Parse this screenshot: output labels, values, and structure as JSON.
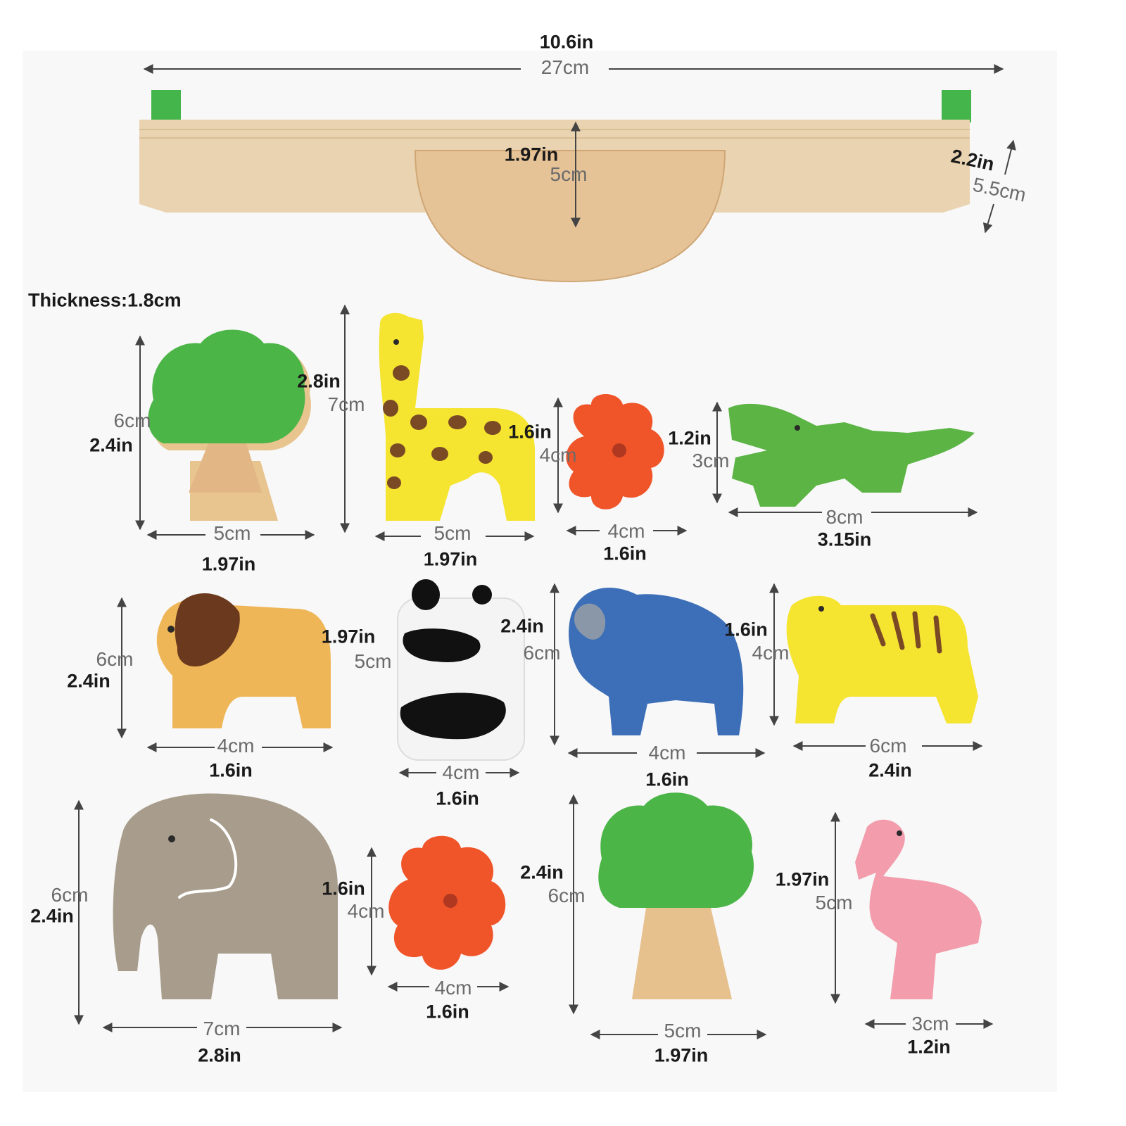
{
  "beam": {
    "length_in": "10.6in",
    "length_cm": "27cm",
    "height_in": "1.97in",
    "height_cm": "5cm",
    "depth_in": "2.2in",
    "depth_cm": "5.5cm"
  },
  "thickness_label": "Thickness:1.8cm",
  "pieces": [
    {
      "name": "tree-1",
      "height_cm": "6cm",
      "height_in": "2.4in",
      "width_cm": "5cm",
      "width_in": "1.97in"
    },
    {
      "name": "giraffe",
      "height_cm": "7cm",
      "height_in": "2.8in",
      "width_cm": "5cm",
      "width_in": "1.97in"
    },
    {
      "name": "flower-1",
      "height_cm": "4cm",
      "height_in": "1.6in",
      "width_cm": "4cm",
      "width_in": "1.6in"
    },
    {
      "name": "crocodile",
      "height_cm": "3cm",
      "height_in": "1.2in",
      "width_cm": "8cm",
      "width_in": "3.15in"
    },
    {
      "name": "lion",
      "height_cm": "6cm",
      "height_in": "2.4in",
      "width_cm": "4cm",
      "width_in": "1.6in"
    },
    {
      "name": "panda",
      "height_cm": "5cm",
      "height_in": "1.97in",
      "width_cm": "4cm",
      "width_in": "1.6in"
    },
    {
      "name": "gorilla",
      "height_cm": "6cm",
      "height_in": "2.4in",
      "width_cm": "4cm",
      "width_in": "1.6in"
    },
    {
      "name": "tiger",
      "height_cm": "4cm",
      "height_in": "1.6in",
      "width_cm": "6cm",
      "width_in": "2.4in"
    },
    {
      "name": "elephant",
      "height_cm": "6cm",
      "height_in": "2.4in",
      "width_cm": "7cm",
      "width_in": "2.8in"
    },
    {
      "name": "flower-2",
      "height_cm": "4cm",
      "height_in": "1.6in",
      "width_cm": "4cm",
      "width_in": "1.6in"
    },
    {
      "name": "tree-2",
      "height_cm": "6cm",
      "height_in": "2.4in",
      "width_cm": "5cm",
      "width_in": "1.97in"
    },
    {
      "name": "flamingo",
      "height_cm": "5cm",
      "height_in": "1.97in",
      "width_cm": "3cm",
      "width_in": "1.2in"
    }
  ],
  "colors": {
    "wood": "#e8c99f",
    "wood_dark": "#d9b483",
    "green": "#4caf50",
    "yellow": "#f4e020",
    "red": "#f0552a",
    "blue": "#3d6fb8",
    "orange": "#e8b45a",
    "brown": "#6b3a1e",
    "elephant": "#a89d8c",
    "pink": "#f29cac"
  }
}
